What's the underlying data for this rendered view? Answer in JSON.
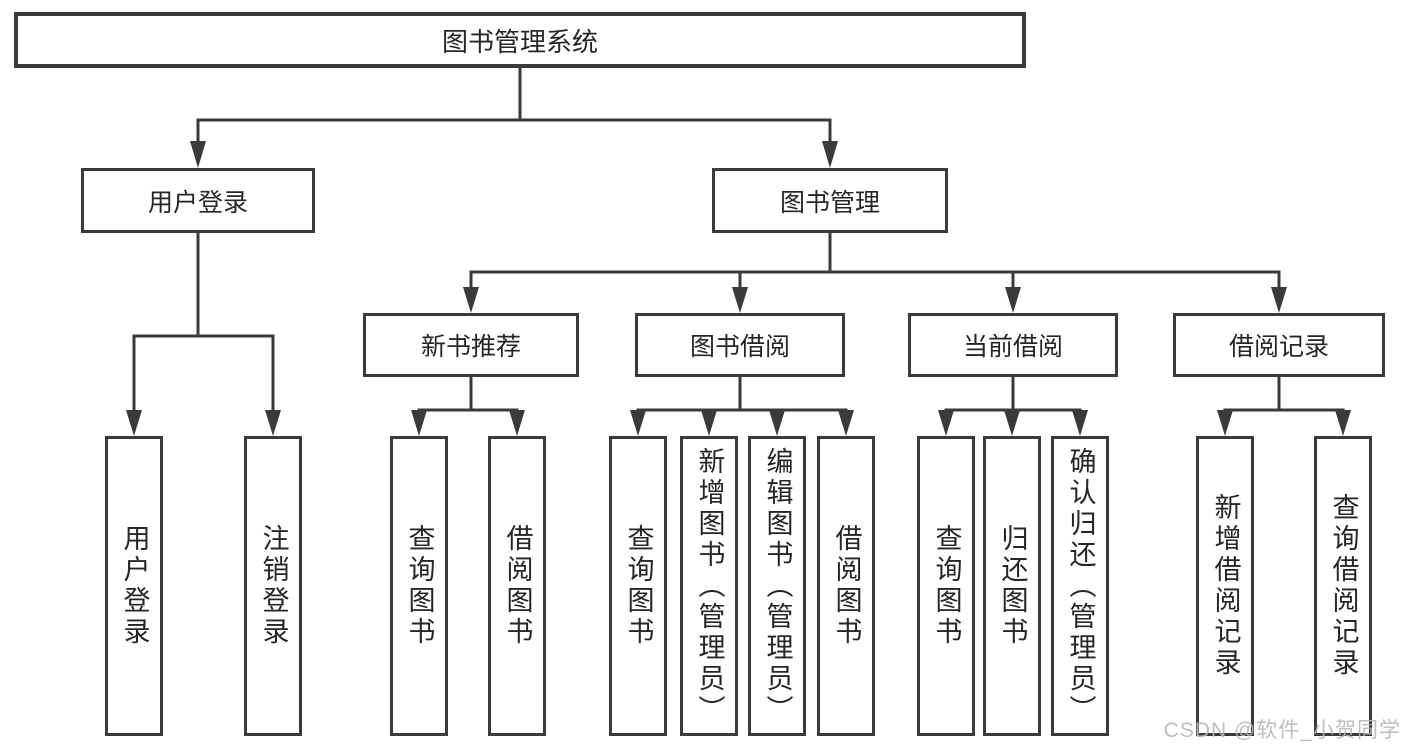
{
  "colors": {
    "line": "#3a3a3a",
    "text": "#262626",
    "background": "#ffffff",
    "watermark": "#b9b6b6"
  },
  "tree": {
    "root": {
      "label": "图书管理系统"
    },
    "branches": [
      {
        "label": "用户登录",
        "children": [
          "用户登录",
          "注销登录"
        ]
      },
      {
        "label": "图书管理",
        "sections": [
          {
            "label": "新书推荐",
            "children": [
              "查询图书",
              "借阅图书"
            ]
          },
          {
            "label": "图书借阅",
            "children": [
              "查询图书",
              "新增图书（管理员）",
              "编辑图书（管理员）",
              "借阅图书"
            ]
          },
          {
            "label": "当前借阅",
            "children": [
              "查询图书",
              "归还图书",
              "确认归还（管理员）"
            ]
          },
          {
            "label": "借阅记录",
            "children": [
              "新增借阅记录",
              "查询借阅记录"
            ]
          }
        ]
      }
    ]
  },
  "watermark": {
    "text": "CSDN @软件_小贺同学"
  }
}
